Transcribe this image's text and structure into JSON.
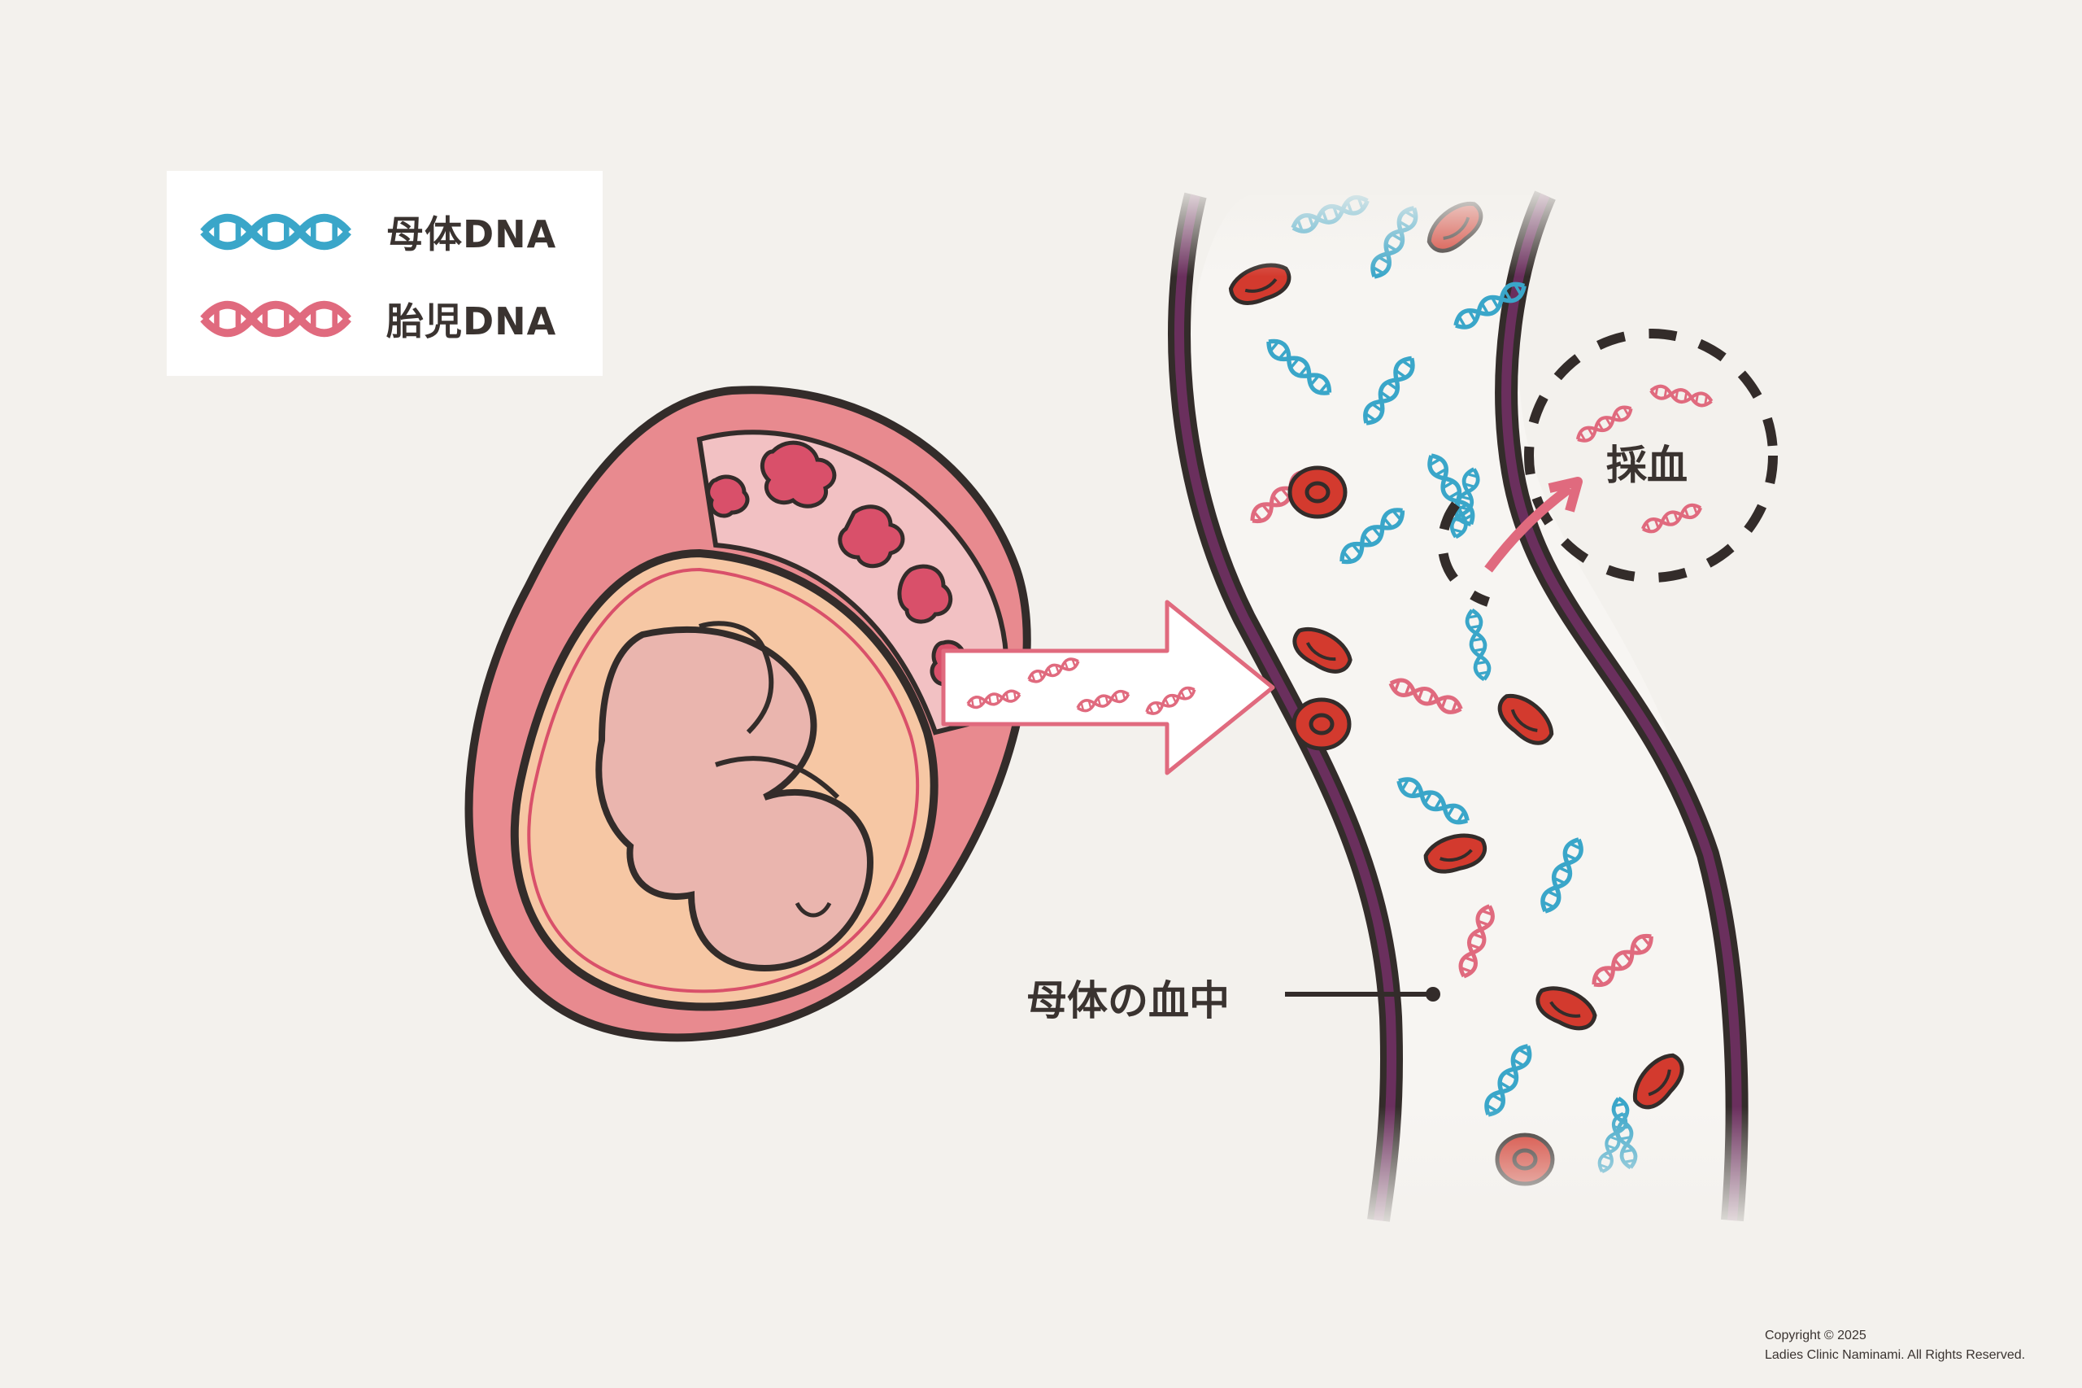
{
  "legend": {
    "maternal_label": "母体DNA",
    "fetal_label": "胎児DNA"
  },
  "labels": {
    "maternal_blood": "母体の血中",
    "blood_sampling": "採血"
  },
  "copyright": {
    "line1": "Copyright © 2025",
    "line2": "Ladies Clinic Naminami. All Rights Reserved."
  },
  "colors": {
    "background": "#f3f1ed",
    "maternal_dna": "#3aa6c9",
    "fetal_dna": "#e06a7e",
    "blood_cell": "#d33a2e",
    "vessel_wall": "#4a2240",
    "outline": "#332c2a",
    "uterus": "#e88a8f",
    "amniotic": "#f6c7a4",
    "fetus": "#eab5ae",
    "placenta": "#d9506a"
  }
}
